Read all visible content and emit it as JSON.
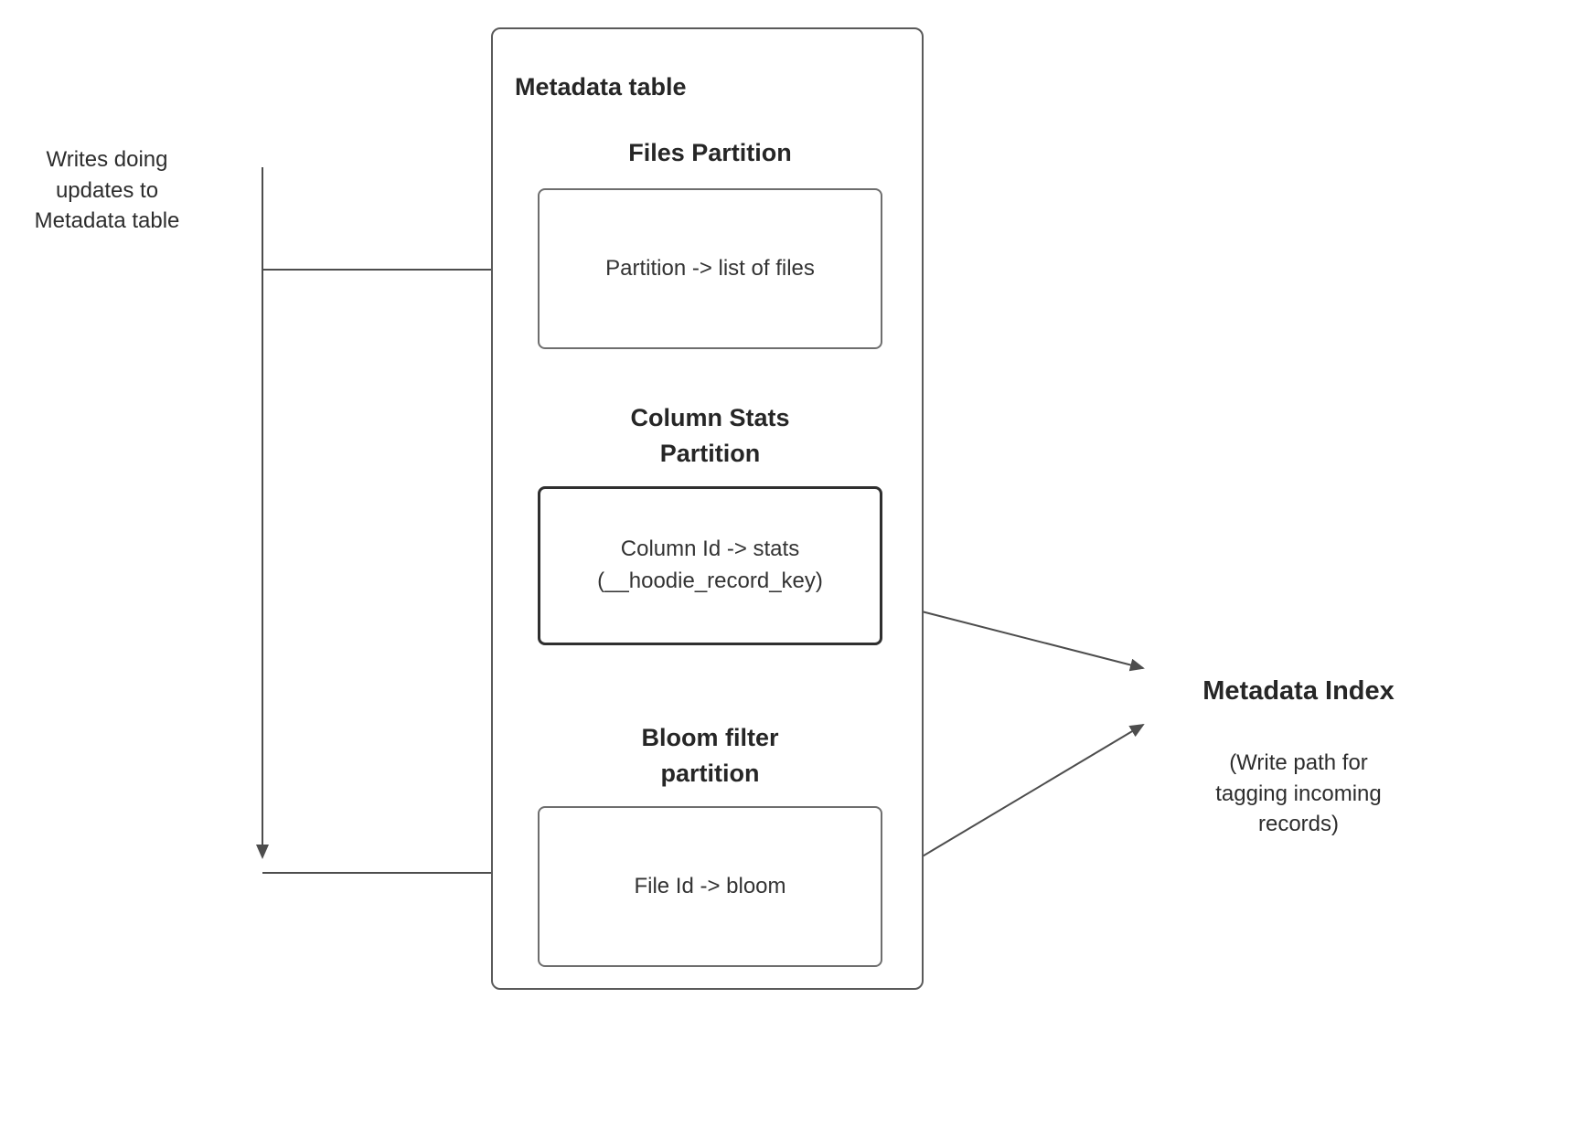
{
  "metadata_table": {
    "title": "Metadata table",
    "files_partition": {
      "heading": "Files Partition",
      "box_text": "Partition -> list of files"
    },
    "column_stats_partition": {
      "heading": "Column Stats\nPartition",
      "box_text": "Column Id  -> stats\n(__hoodie_record_key)"
    },
    "bloom_filter_partition": {
      "heading": "Bloom filter\npartition",
      "box_text": "File Id -> bloom"
    }
  },
  "left_note": "Writes doing\nupdates to\nMetadata table",
  "metadata_index": {
    "title": "Metadata Index",
    "subtitle": "(Write path for\ntagging incoming\nrecords)"
  },
  "colors": {
    "text": "#2d2d2d",
    "box_border": "#6e6e6e",
    "emphasis_border": "#2f2f2f",
    "arrow": "#4d4d4d",
    "background": "#ffffff"
  }
}
